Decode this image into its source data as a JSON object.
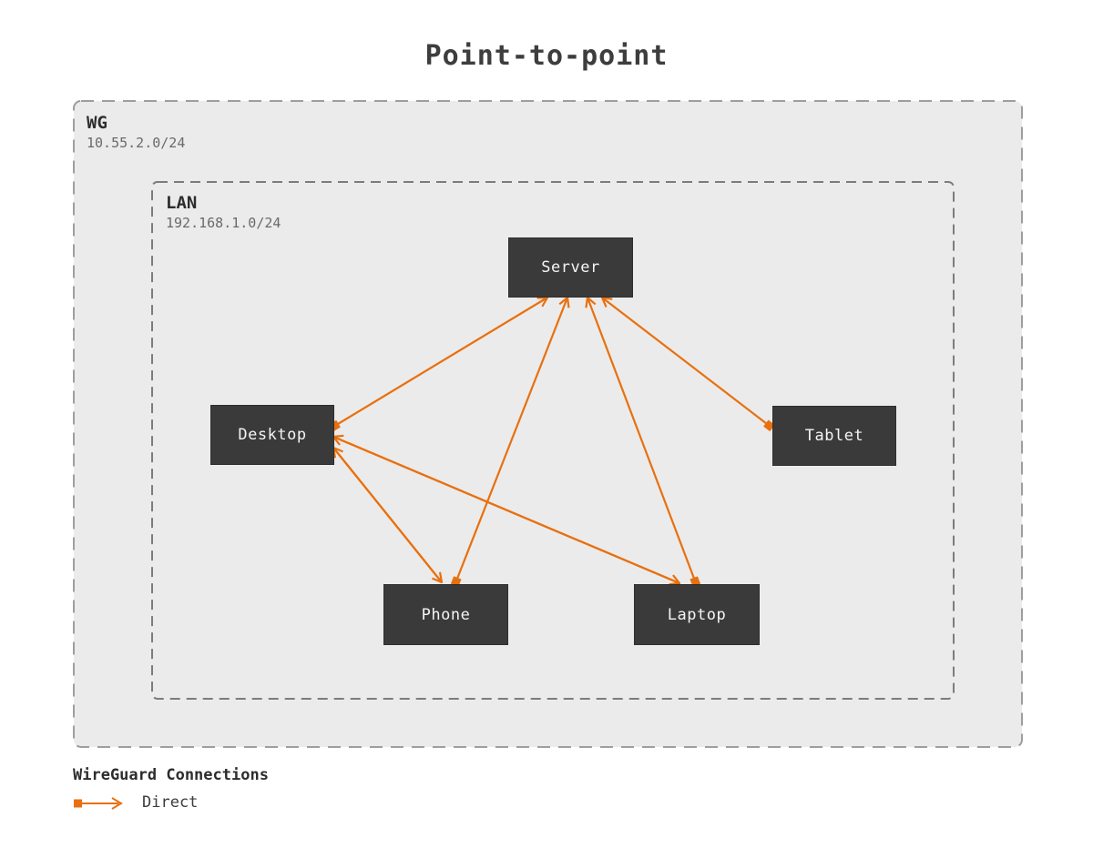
{
  "title": "Point-to-point",
  "colors": {
    "accent": "#e8700f",
    "container_fill": "#ebebeb",
    "wg_border": "#9e9e9e",
    "lan_border": "#7c7c7c",
    "node_fill": "#3a3a3a",
    "node_text": "#f4f4f4"
  },
  "containers": [
    {
      "id": "wg",
      "label": "WG",
      "subnet": "10.55.2.0/24"
    },
    {
      "id": "lan",
      "label": "LAN",
      "subnet": "192.168.1.0/24"
    }
  ],
  "nodes": [
    {
      "id": "server",
      "label": "Server"
    },
    {
      "id": "desktop",
      "label": "Desktop"
    },
    {
      "id": "tablet",
      "label": "Tablet"
    },
    {
      "id": "phone",
      "label": "Phone"
    },
    {
      "id": "laptop",
      "label": "Laptop"
    }
  ],
  "edges": [
    {
      "from": "desktop",
      "to": "server",
      "type": "direct",
      "bidirectional": false
    },
    {
      "from": "phone",
      "to": "server",
      "type": "direct",
      "bidirectional": false
    },
    {
      "from": "laptop",
      "to": "server",
      "type": "direct",
      "bidirectional": false
    },
    {
      "from": "tablet",
      "to": "server",
      "type": "direct",
      "bidirectional": false
    },
    {
      "from": "desktop",
      "to": "phone",
      "type": "direct",
      "bidirectional": true
    },
    {
      "from": "desktop",
      "to": "laptop",
      "type": "direct",
      "bidirectional": true
    }
  ],
  "legend": {
    "title": "WireGuard Connections",
    "items": [
      {
        "type": "direct",
        "label": "Direct"
      }
    ]
  }
}
